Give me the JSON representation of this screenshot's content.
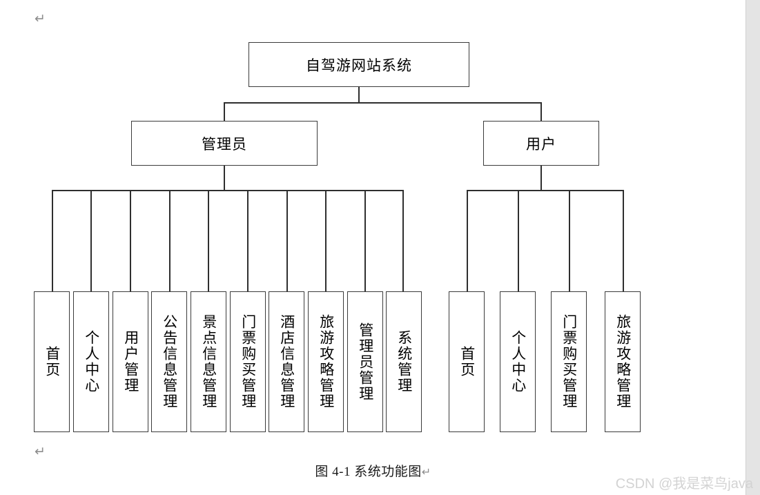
{
  "document": {
    "caption": "图 4-1  系统功能图",
    "caption_return_mark": "↵",
    "top_return_mark": "↵",
    "bottom_return_mark": "↵",
    "watermark": "CSDN @我是菜鸟java"
  },
  "chart_data": {
    "type": "diagram",
    "diagram_kind": "tree-hierarchy",
    "title": "图 4-1  系统功能图",
    "root": {
      "label": "自驾游网站系统"
    },
    "branches": [
      {
        "label": "管理员",
        "children": [
          "首页",
          "个人中心",
          "用户管理",
          "公告信息管理",
          "景点信息管理",
          "门票购买管理",
          "酒店信息管理",
          "旅游攻略管理",
          "管理员管理",
          "系统管理"
        ]
      },
      {
        "label": "用户",
        "children": [
          "首页",
          "个人中心",
          "门票购买管理",
          "旅游攻略管理"
        ]
      }
    ],
    "colors": {
      "box_border": "#3a3a3a",
      "connector": "#2e2e2e",
      "background": "#ffffff",
      "watermark": "#d3d3d3",
      "mark": "#8d8d8d"
    }
  }
}
